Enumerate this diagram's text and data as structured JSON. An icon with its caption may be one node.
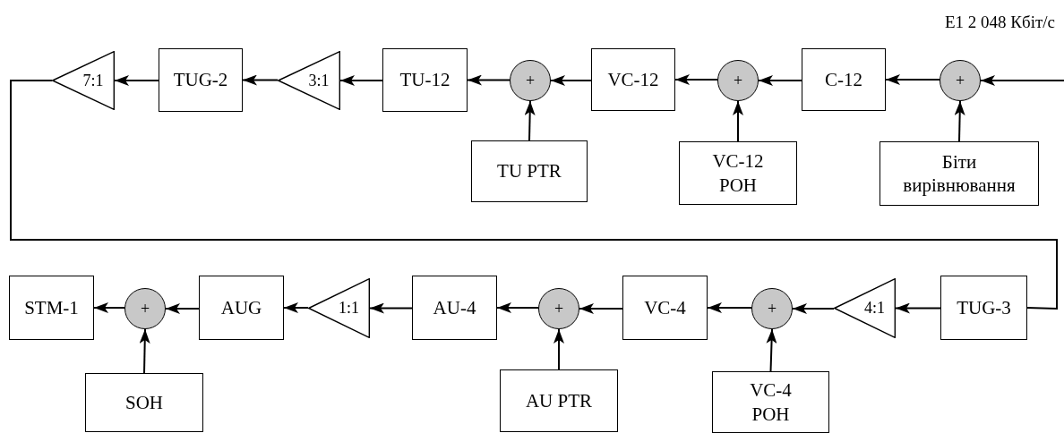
{
  "diagram": {
    "nodes": [
      {
        "text": [
          "7:1"
        ]
      },
      {
        "text": [
          "TUG-2"
        ]
      },
      {
        "text": [
          "3:1"
        ]
      },
      {
        "text": [
          "TU-12"
        ]
      },
      {
        "text": [
          "+"
        ]
      },
      {
        "text": [
          "VC-12"
        ]
      },
      {
        "text": [
          "+"
        ]
      },
      {
        "text": [
          "C-12"
        ]
      },
      {
        "text": [
          "+"
        ]
      },
      {
        "text": [
          "TU PTR"
        ]
      },
      {
        "text": [
          "VC-12 POH"
        ]
      },
      {
        "text": [
          "Біти вирівнювання"
        ]
      },
      {
        "text": [
          "STM-1"
        ]
      },
      {
        "text": [
          "+"
        ]
      },
      {
        "text": [
          "AUG"
        ]
      },
      {
        "text": [
          "1:1"
        ]
      },
      {
        "text": [
          "AU-4"
        ]
      },
      {
        "text": [
          "+"
        ]
      },
      {
        "text": [
          "VC-4"
        ]
      },
      {
        "text": [
          "+"
        ]
      },
      {
        "text": [
          "4:1"
        ]
      },
      {
        "text": [
          "TUG-3"
        ]
      },
      {
        "text": [
          "SOH"
        ]
      },
      {
        "text": [
          "AU PTR"
        ]
      },
      {
        "text": [
          "VC-4 POH"
        ]
      }
    ],
    "edges": [
      {
        "from": null,
        "to": 8,
        "arrow": "to"
      },
      {
        "from": 8,
        "to": 7,
        "arrow": "to"
      },
      {
        "from": 7,
        "to": 6,
        "arrow": "to"
      },
      {
        "from": 6,
        "to": 5,
        "arrow": "to"
      },
      {
        "from": 5,
        "to": 4,
        "arrow": "to"
      },
      {
        "from": 4,
        "to": 3,
        "arrow": "to"
      },
      {
        "from": 3,
        "to": 2,
        "arrow": "to"
      },
      {
        "from": 2,
        "to": 1,
        "arrow": "to"
      },
      {
        "from": 1,
        "to": 0,
        "arrow": "to"
      },
      {
        "from": 11,
        "to": 8,
        "arrow": "to"
      },
      {
        "from": 10,
        "to": 6,
        "arrow": "to"
      },
      {
        "from": 9,
        "to": 4,
        "arrow": "to"
      },
      {
        "from": 0,
        "to": 21,
        "arrow": "none"
      },
      {
        "from": 21,
        "to": 20,
        "arrow": "to"
      },
      {
        "from": 20,
        "to": 19,
        "arrow": "to"
      },
      {
        "from": 19,
        "to": 18,
        "arrow": "to"
      },
      {
        "from": 18,
        "to": 17,
        "arrow": "to"
      },
      {
        "from": 17,
        "to": 16,
        "arrow": "to"
      },
      {
        "from": 16,
        "to": 15,
        "arrow": "to"
      },
      {
        "from": 15,
        "to": 14,
        "arrow": "to"
      },
      {
        "from": 14,
        "to": 13,
        "arrow": "to"
      },
      {
        "from": 13,
        "to": 12,
        "arrow": "to"
      },
      {
        "from": 24,
        "to": 19,
        "arrow": "to"
      },
      {
        "from": 23,
        "to": 17,
        "arrow": "to"
      },
      {
        "from": 22,
        "to": 13,
        "arrow": "to"
      }
    ],
    "labels": [
      "E1 2 048 Кбіт/с"
    ]
  }
}
